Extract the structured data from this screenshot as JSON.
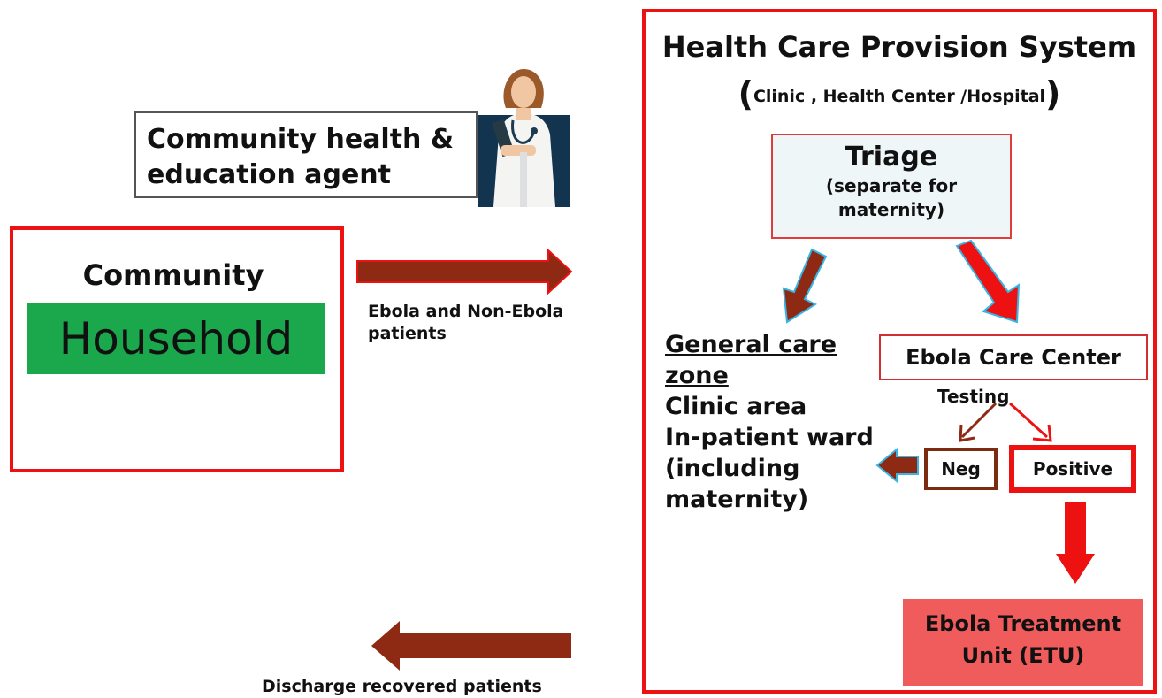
{
  "agent": {
    "line1": "Community health &",
    "line2": "education agent"
  },
  "community": {
    "title": "Community",
    "household": "Household"
  },
  "flows": {
    "inbound_line1": "Ebola and Non-Ebola",
    "inbound_line2": "patients",
    "discharge": "Discharge recovered patients"
  },
  "health_system": {
    "title": "Health Care Provision System",
    "subtitle_open": "(",
    "subtitle": "Clinic , Health Center /Hospital",
    "subtitle_close": ")",
    "triage": {
      "title": "Triage",
      "line1": "(separate for",
      "line2": "maternity)"
    },
    "general_care": {
      "title_line1": "General care",
      "title_line2": "zone",
      "lines": [
        "Clinic area",
        "In-patient ward",
        "(including",
        "maternity)"
      ]
    },
    "ecc": "Ebola Care Center",
    "testing": "Testing",
    "neg": "Neg",
    "positive": "Positive",
    "etu": {
      "line1": "Ebola Treatment",
      "line2": "Unit (ETU)"
    }
  },
  "colors": {
    "border_red": "#ee1111",
    "arrow_brown": "#8e2a14",
    "arrow_red": "#ee1111",
    "household_green": "#1ba84d",
    "etu_red": "#f05c5c",
    "triage_bg": "#eef6f8"
  }
}
